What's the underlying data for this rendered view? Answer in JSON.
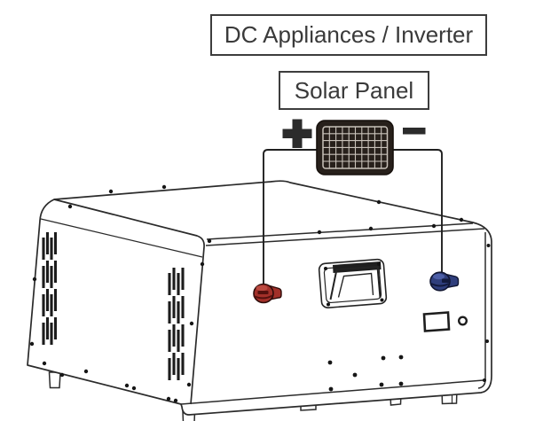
{
  "diagram": {
    "labels": {
      "dc_appliances": "DC Appliances / Inverter",
      "solar_panel": "Solar Panel"
    },
    "symbols": {
      "positive": "+",
      "negative": "−"
    },
    "icons": {
      "solar-panel-icon": "dark rounded square with light grid",
      "positive-terminal-icon": "red knob terminal",
      "negative-terminal-icon": "blue knob terminal",
      "carry-handle-icon": "recessed flip carry handle",
      "vent-grille-icon": "vertical louver slots",
      "switch-icon": "rectangular switch opening",
      "indicator-icon": "round indicator light",
      "screw-icon": "screw head dot",
      "plus-icon": "+",
      "minus-icon": "−"
    },
    "colors": {
      "line": "#2b2b2b",
      "text": "#3a3a3a",
      "positive_terminal": "#a23029",
      "negative_terminal": "#2f3e7c",
      "panel_body": "#27201b",
      "panel_grid": "#c9c2ba"
    }
  }
}
